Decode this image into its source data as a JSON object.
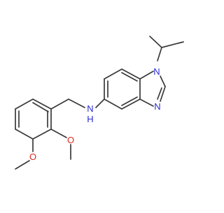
{
  "molecule": {
    "atoms": {
      "n_amine": "N",
      "h_amine": "H",
      "n_imidazole_1": "N",
      "n_imidazole_3": "N",
      "o_methoxy_top": "O",
      "o_methoxy_bottom": "O"
    },
    "colors": {
      "bond": "#3a3a3a",
      "nitrogen": "#2b2bd6",
      "oxygen": "#e0261f",
      "background": "#ffffff"
    }
  }
}
